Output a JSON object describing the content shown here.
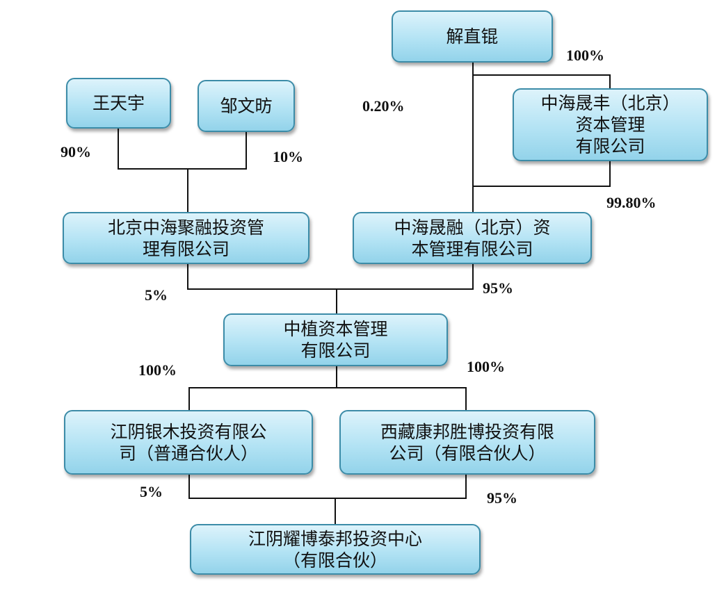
{
  "entities": {
    "xie_zhigun": [
      "解直锟"
    ],
    "wang_tianyu": [
      "王天宇"
    ],
    "zou_wenfang": [
      "邹文昉"
    ],
    "zhonghai_shengfeng": [
      "中海晟丰（北京）",
      "资本管理",
      "有限公司"
    ],
    "beijing_zhonghai_jurong": [
      "北京中海聚融投资管",
      "理有限公司"
    ],
    "zhonghai_shengrong": [
      "中海晟融（北京）资",
      "本管理有限公司"
    ],
    "zhongzhi_capital": [
      "中植资本管理",
      "有限公司"
    ],
    "jiangyin_yinmu": [
      "江阴银木投资有限公",
      "司（普通合伙人）"
    ],
    "xizang_kangbang": [
      "西藏康邦胜博投资有限",
      "公司（有限合伙人）"
    ],
    "jiangyin_yaobo": [
      "江阴耀博泰邦投资中心",
      "（有限合伙）"
    ]
  },
  "percentages": {
    "xie_to_shengfeng": "100%",
    "xie_to_shengrong": "0.20%",
    "wang_to_jurong": "90%",
    "zou_to_jurong": "10%",
    "shengfeng_to_shengrong": "99.80%",
    "jurong_to_zhongzhi": "5%",
    "shengrong_to_zhongzhi": "95%",
    "zhongzhi_to_yinmu": "100%",
    "zhongzhi_to_kangbang": "100%",
    "yinmu_to_yaobo": "5%",
    "kangbang_to_yaobo": "95%"
  }
}
